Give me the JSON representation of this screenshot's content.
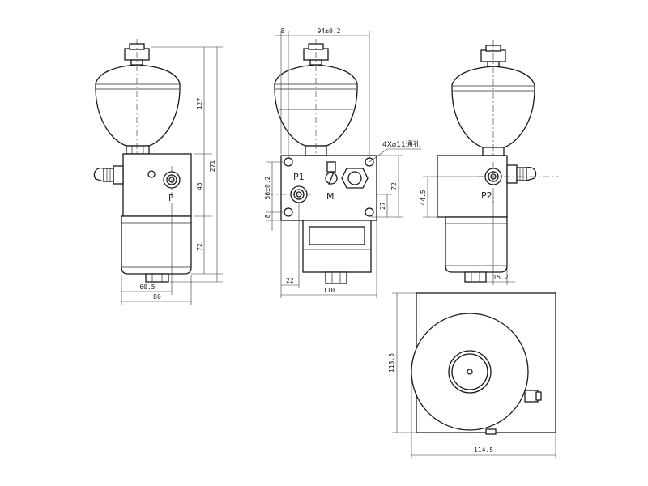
{
  "labels": {
    "port_p": "P",
    "port_p1": "P1",
    "port_p2": "P2",
    "port_m": "M",
    "hole_note": "4X⌀11通孔"
  },
  "dims": {
    "d_127": "127",
    "d_271": "271",
    "d_45": "45",
    "d_72_left": "72",
    "d_60_5": "60.5",
    "d_80": "80",
    "d_8_top": "8",
    "d_94": "94±0.2",
    "d_56": "56±0.2",
    "d_8_side": "8",
    "d_72_mid": "72",
    "d_27": "27",
    "d_22": "22",
    "d_110": "110",
    "d_44_5": "44.5",
    "d_15_2": "15.2",
    "d_113_5": "113.5",
    "d_114_5": "114.5"
  }
}
